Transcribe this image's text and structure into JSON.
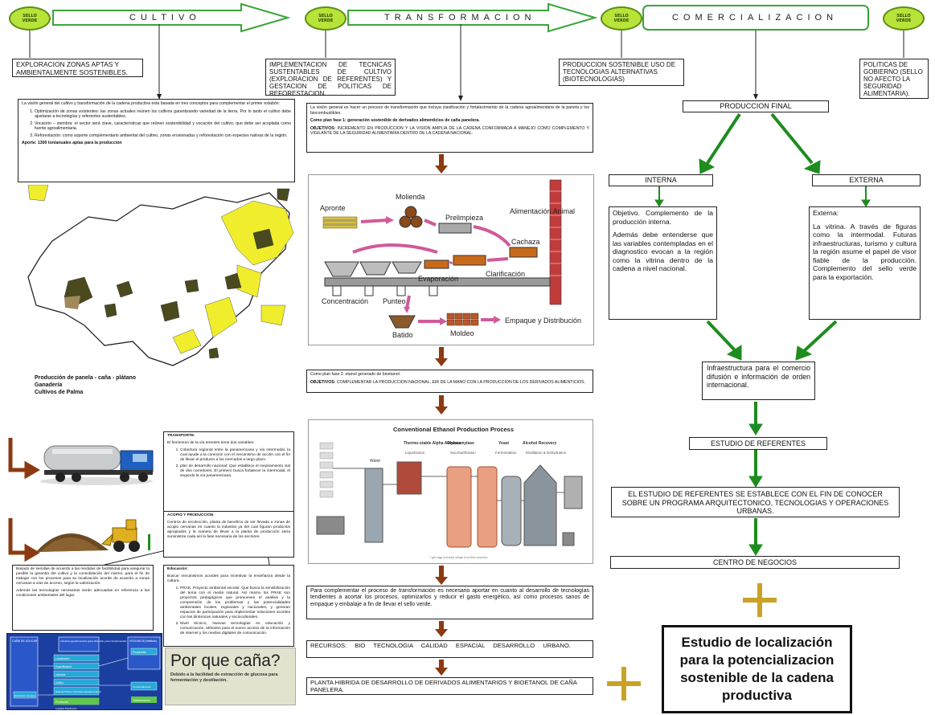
{
  "sellos": [
    {
      "label": "SELLO\nVERDE"
    },
    {
      "label": "SELLO\nVERDE"
    },
    {
      "label": "SELLO\nVERDE"
    },
    {
      "label": "SELLO\nVERDE"
    }
  ],
  "stages": {
    "cultivo": "CULTIVO",
    "transformacion": "TRANSFORMACION",
    "comercializacion": "COMERCIALIZACION"
  },
  "top_boxes": {
    "exploracion": "EXPLORACION ZONAS APTAS Y AMBIENTALMENTE SOSTENIBLES.",
    "implementacion": "IMPLEMENTACION DE TECNICAS SUSTENTABLES DE CULTIVO (EXPLORACION DE REFERENTES) Y GESTACION DE POLITICAS DE REFORESTACION.",
    "produccion_sostenible": "PRODUCCION SOSTENIBLE USO DE TECNOLOGIAS ALTERNATIVAS (BIOTECNOLOGIAS)",
    "politicas": "POLITICAS DE GOBIERNO (SELLO NO AFECTO LA SEGURIDAD ALIMENTARIA)."
  },
  "cultivo_text": {
    "intro": "La visión general del cultivo y transformación de la cadena productiva esta basada en tres conceptos para complementar el primer eslabón:",
    "items": [
      "Optimización de zonas existentes: las zonas actuales reúnen los cultivos garantizando variedad de la tierra. Por lo tanto el cultivo debe ajustarse a tecnologías y referentes sustentables.",
      "Vocación – siembra: el sector será clave, características que reúnen sostenibilidad y vocación del cultivo, que debe ser acoplada como fuente agroalimentaria.",
      "Reforestación: como soporte complementario ambiental del cultivo, zonas erosionadas y reforestación con especies nativas de la región."
    ],
    "footer": "Aporte: 1300 ton/anuales aptas para la producción"
  },
  "map_legend": {
    "line1": "Producción de panela - caña - plátano",
    "line2": "Ganadería",
    "line3": "Cultivos de Palma"
  },
  "transform_text": {
    "intro": "La visión general es hacer un proceso de transformación que incluya clasificación y fortalecimiento de la cadena agroalimentaria de la panela y los biocombustibles.",
    "fase1": "Como plan fase 1: generación sostenible de derivados alimenticios de caña panelera.",
    "objetivos_label": "OBJETIVOS:",
    "objetivos": "INCREMENTO EN PRODUCCION Y LA VISION AMPLIA DE LA CADENA CONFORMADA A MANEJO COMO COMPLEMENTO Y VIGILANTE DE LA SEGURIDAD ALIMENTARIA DENTRO DE LA CADENA NACIONAL."
  },
  "panela_process": {
    "aponte": "Apronte",
    "molienda": "Molienda",
    "prelimpieza": "Prelimpieza",
    "alimentacion": "Alimentación Animal",
    "cachaza": "Cachaza",
    "clarificacion": "Clarificación",
    "evaporacion": "Evaporación",
    "concentracion": "Concentración",
    "punteo": "Punteo",
    "batido": "Batido",
    "moldeo": "Moldeo",
    "empaque": "Empaque y Distribución"
  },
  "fase2": {
    "line1": "Como plan fase 2: etanol generado de bioetanol.",
    "objetivos_label": "OBJETIVOS:",
    "objetivos": "COMPLEMENTAR LA PRODUCCION NACIONAL, EIR DE LA MANO CON LA PRODUCCION DE LOS DERIVADOS ALIMENTICIOS."
  },
  "ethanol": {
    "title": "Conventional Ethanol Production Process",
    "labels": [
      "Thermo-stable Alpha Amylase",
      "Glucoamylase",
      "Yeast",
      "Alcohol Recovery"
    ],
    "sublabels": [
      "Water",
      "Liquefaction",
      "Saccharification",
      "Fermentation",
      "Distillation & Dehydration"
    ],
    "footnote": "* get agg industry stage and test process"
  },
  "complement_text": "Para complementar el proceso de transformación es necesario aportar en cuanto al desarrollo de tecnologías tendientes a acortar los procesos, optimizarlos y reducir el gasto energético, así como procesos sanos de empaque y embalaje a fin de llevar el sello verde.",
  "recursos": "RECURSOS: BIO TECNOLOGIA CALIDAD ESPACIAL DESARROLLO URBANO.",
  "planta": "PLANTA HIBRIDA DE DESARROLLO DE DERIVADOS ALIMENTARIOS Y BIOETANOL DE CAÑA PANELERA.",
  "transporte": {
    "title": "TRANSPORTE:",
    "intro": "El fenómeno de la vía terrestre tiene dos variables:",
    "items": [
      "Cobertura regional entre la panamericana y vía intermodal, la cual ayude a la conexión con el mecanismo de acción con el fin de llevar el producto a los mercados a largo plazo.",
      "plan de desarrollo nacional: Que establece el mejoramiento vial de dos corredores. El primero busca fortalecer la intermodal, el segundo la vía panamericana."
    ]
  },
  "acopio": {
    "title": "ACOPIO Y PRODUCCION",
    "text": "Centros de recolección, planta de beneficio de ser llevada a zonas de acopio cercanas en cuanto la industria ya del cual figuran productos apropiados y la manera de llevar a la planta de producción sería suministrar cada así la fase necesaria de los sectores."
  },
  "bottom_left_text": {
    "p1": "Basado de semillas de acuerdo a las medidas de factibilidad para asegurar la posible la garantía del cultivo y la consolidación del mismo, para el fin de trabajar con los procesos para su localización acorde de acuerdo a zonas cercanas a vías de acceso, según la valorización.",
    "p2": "Además las tecnologías necesarias serán adecuadas en referencia a las condiciones ambientales del lugar."
  },
  "educacion": {
    "title": "Educación:",
    "intro": "Buscar mecanismos acordes para incentivar la enseñanza desde la cultura:",
    "items": [
      "PRAE, Proyecto ambiental escolar. Que busca la sensibilización del tema con el medio natural. Así mismo los PRAE son proyectos pedagógicos que promueven el análisis y la comprensión de los problemas y las potencialidades ambientales locales, regionales y nacionales, y generan espacios de participación para implementar soluciones acordes con las dinámicas naturales y socioculturales.",
      "Nivel técnico, Nuevas tecnologías en educación y comunicación. Métodos para el nuevo acceso de la información de internet y los medios digitales de comunicación."
    ]
  },
  "por_que_cana": {
    "title": "Por que caña?",
    "subtitle": "Debido a la facilidad de extracción de glucosa para fermentación y destilación."
  },
  "bottom_diagram": {
    "left_title": "CAÑA DE AZUCAR",
    "center_top": "Industria agroalimentaria (para alimentar, para complementar)",
    "right_title": "VIGILANCIA (Instituto)",
    "boxes": [
      "Localización",
      "Especificación",
      "Industria",
      "Cultivo",
      "Preparación",
      "Comercialización",
      "Materias Primas / Derivados Agroalimentarios",
      "Producción",
      "Transformación",
      "Extracción de jugos",
      "Logística Distribución"
    ]
  },
  "comercial": {
    "produccion_final": "PRODUCCION FINAL",
    "interna": "INTERNA",
    "externa": "EXTERNA",
    "interna_text": {
      "p1": "Objetivo. Complemento de la producción interna.",
      "p2": "Además debe entenderse que las variables contempladas en el diagnostico evocan a la región como la vitrina dentro de la cadena a nivel nacional."
    },
    "externa_text": {
      "p1": "Externa:",
      "p2": "La vitrina. A través de figuras como la intermodal. Futuras infraestructuras, turismo y cultura la región asume el papel de visor fiable de la producción. Complemento del sello verde para la exportación."
    },
    "infraestructura": "Infraestructura para el comercio difusión e información de orden internacional.",
    "estudio_referentes": "ESTUDIO DE REFERENTES",
    "estudio_text": "EL ESTUDIO DE REFERENTES SE ESTABLECE CON EL FIN DE CONOCER SOBRE UN PROGRAMA ARQUITECTONICO, TECNOLOGIAS Y OPERACIONES URBANAS.",
    "centro_negocios": "CENTRO DE NEGOCIOS",
    "localizacion": "Estudio de localización para la potencializacion sostenible de la cadena productiva"
  },
  "colors": {
    "green_arrow": "#1e8c1e",
    "brown_arrow": "#8b3a12",
    "gold_plus": "#c9a227",
    "sello_fill": "#b7e33a",
    "map_yellow": "#f0ee2c",
    "map_olive": "#4b4a1e"
  }
}
